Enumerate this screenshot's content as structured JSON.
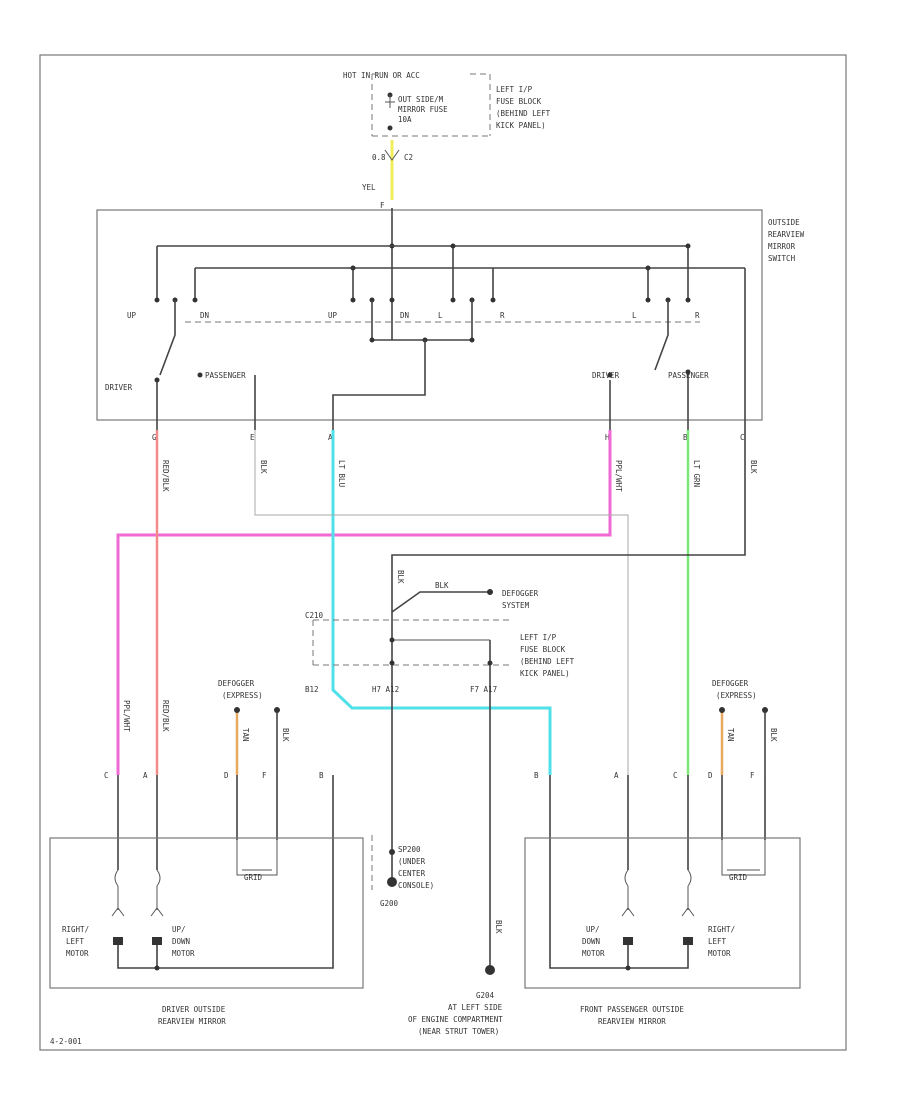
{
  "diagram_id": "4-2-001",
  "power": {
    "feed": "HOT IN RUN OR ACC",
    "fuse_label": [
      "OUT SIDE/M",
      "MIRROR FUSE",
      "10A"
    ],
    "fuse_block": [
      "LEFT I/P",
      "FUSE BLOCK",
      "(BEHIND LEFT",
      "KICK PANEL)"
    ],
    "wire_size": "0.8",
    "connector": "C2",
    "wire_color": "YEL",
    "pin": "F"
  },
  "switch": {
    "title": [
      "OUTSIDE",
      "REARVIEW",
      "MIRROR",
      "SWITCH"
    ],
    "left_labels": [
      "UP",
      "DN"
    ],
    "center_labels": [
      "UP",
      "DN",
      "L",
      "R"
    ],
    "right_labels": [
      "L",
      "R"
    ],
    "driver_label": "DRIVER",
    "passenger_label": "PASSENGER",
    "driver_label_2": "DRIVER",
    "passenger_label_2": "PASSENGER",
    "pins": [
      "G",
      "E",
      "A",
      "H",
      "B",
      "C"
    ]
  },
  "wires": {
    "w1": "PPL/WHT",
    "w2": "RED/BLK",
    "w3": "BLK",
    "w4": "LT BLU",
    "w5": "PPL/WHT",
    "w6": "LT GRN",
    "w7": "BLK",
    "tan": "TAN",
    "blk": "BLK"
  },
  "defogger": {
    "label": [
      "DEFOGGER",
      "SYSTEM"
    ],
    "wire": "BLK",
    "fuse_block": [
      "LEFT I/P",
      "FUSE BLOCK",
      "(BEHIND LEFT",
      "KICK PANEL)"
    ],
    "pins": [
      "C210",
      "B12",
      "H7 A12",
      "F7 A17"
    ]
  },
  "driver_mirror": {
    "title": [
      "DRIVER OUTSIDE",
      "REARVIEW MIRROR"
    ],
    "motor1": [
      "RIGHT/",
      "LEFT",
      "MOTOR"
    ],
    "motor2": [
      "UP/",
      "DOWN",
      "MOTOR"
    ],
    "heater": "GRID",
    "defogger_label": [
      "DEFOGGER",
      "(EXPRESS)"
    ],
    "pins": [
      "C",
      "A",
      "D",
      "F",
      "B"
    ]
  },
  "passenger_mirror": {
    "title": [
      "FRONT PASSENGER OUTSIDE",
      "REARVIEW MIRROR"
    ],
    "motor1": [
      "UP/",
      "DOWN",
      "MOTOR"
    ],
    "motor2": [
      "RIGHT/",
      "LEFT",
      "MOTOR"
    ],
    "heater": "GRID",
    "defogger_label": [
      "DEFOGGER",
      "(EXPRESS)"
    ],
    "pins": [
      "B",
      "A",
      "C",
      "D",
      "F"
    ]
  },
  "splice": {
    "id": "SP200",
    "location": [
      "(UNDER",
      "CENTER",
      "CONSOLE)"
    ],
    "ground": "G200"
  },
  "ground2": {
    "id": "G204",
    "location": [
      "AT LEFT SIDE",
      "OF ENGINE COMPARTMENT",
      "(NEAR STRUT TOWER)"
    ]
  },
  "colors": {
    "yellow": "#f2ee5a",
    "pink": "#f06ad4",
    "red": "#f28a8a",
    "cyan": "#4fe0ea",
    "green": "#7be87b",
    "tan": "#e8a860"
  }
}
